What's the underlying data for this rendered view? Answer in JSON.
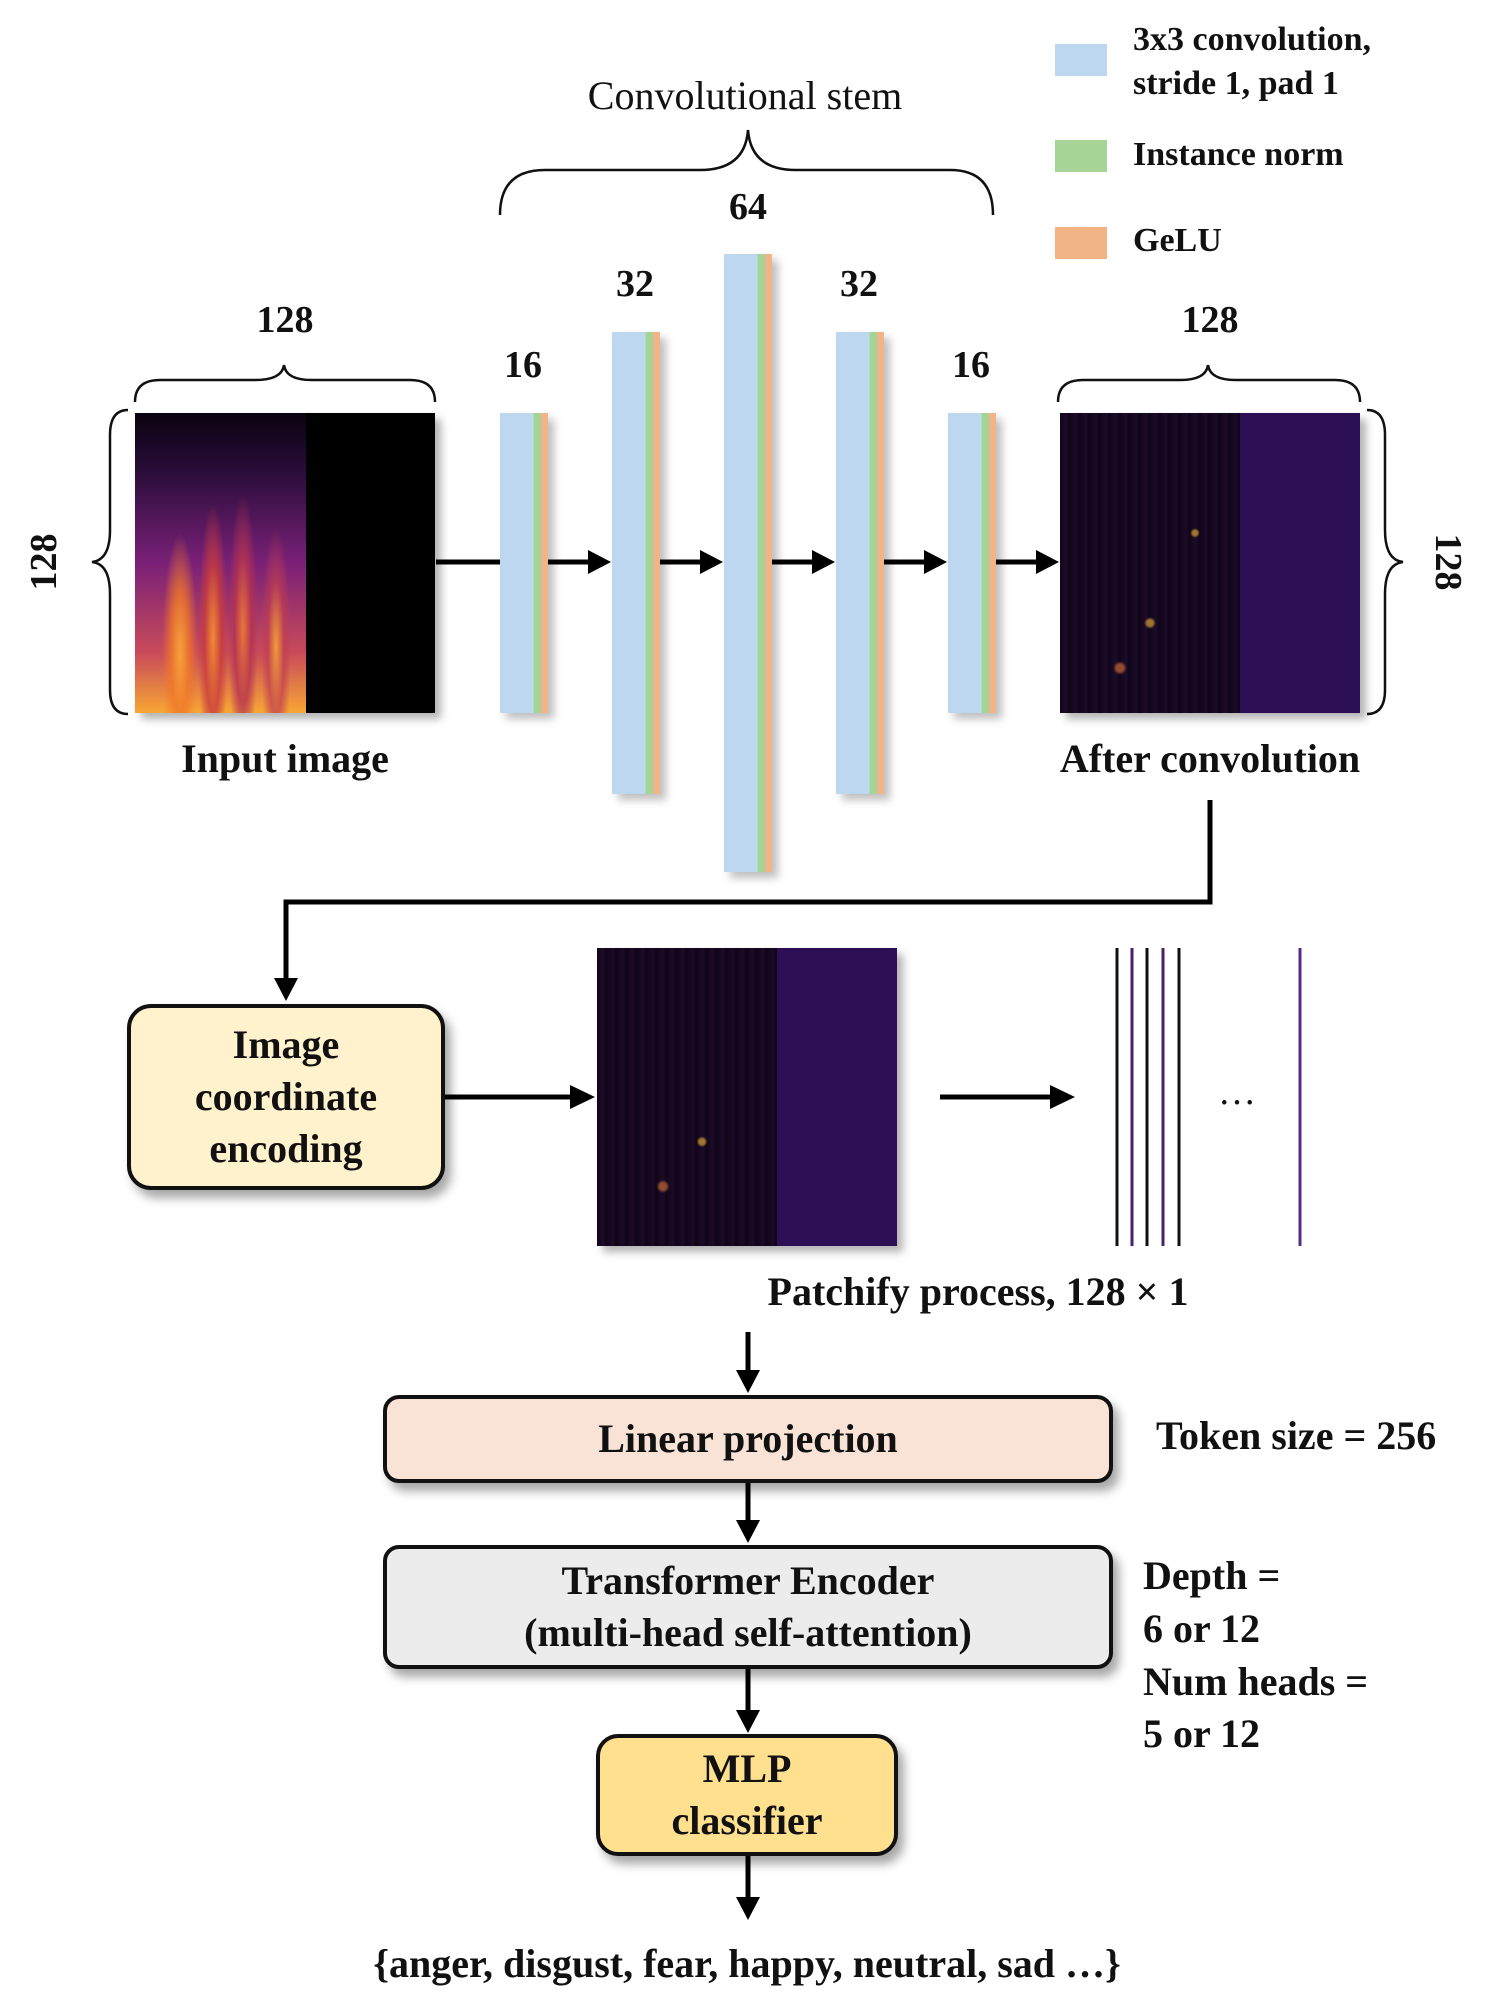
{
  "legend": {
    "items": [
      {
        "label": "3x3 convolution,\nstride 1, pad 1",
        "color": "#bcd7ee"
      },
      {
        "label": "Instance norm",
        "color": "#a6d497"
      },
      {
        "label": "GeLU",
        "color": "#f2b387"
      }
    ]
  },
  "stem": {
    "title": "Convolutional stem",
    "channels": [
      "16",
      "32",
      "64",
      "32",
      "16"
    ]
  },
  "input": {
    "caption": "Input image",
    "width": "128",
    "height": "128"
  },
  "output": {
    "caption": "After convolution",
    "width": "128",
    "height": "128"
  },
  "encoding": {
    "label": "Image coordinate encoding"
  },
  "patchify": {
    "caption": "Patchify process, 128 × 1",
    "ellipsis": "…"
  },
  "projection": {
    "label": "Linear projection",
    "note": "Token size = 256"
  },
  "encoder": {
    "label": "Transformer Encoder\n(multi-head self-attention)",
    "note": "Depth =\n6 or 12\nNum heads =\n5 or 12"
  },
  "classifier": {
    "label": "MLP\nclassifier"
  },
  "outputs": {
    "label": "{anger, disgust, fear, happy, neutral, sad …}"
  },
  "colors": {
    "conv": "#bcd7ee",
    "norm": "#a6d497",
    "gelu": "#f2b387",
    "encoding_fill": "#fff2cc",
    "projection_fill": "#f9e3d6",
    "encoder_fill": "#ececec",
    "classifier_fill": "#ffe08f"
  }
}
